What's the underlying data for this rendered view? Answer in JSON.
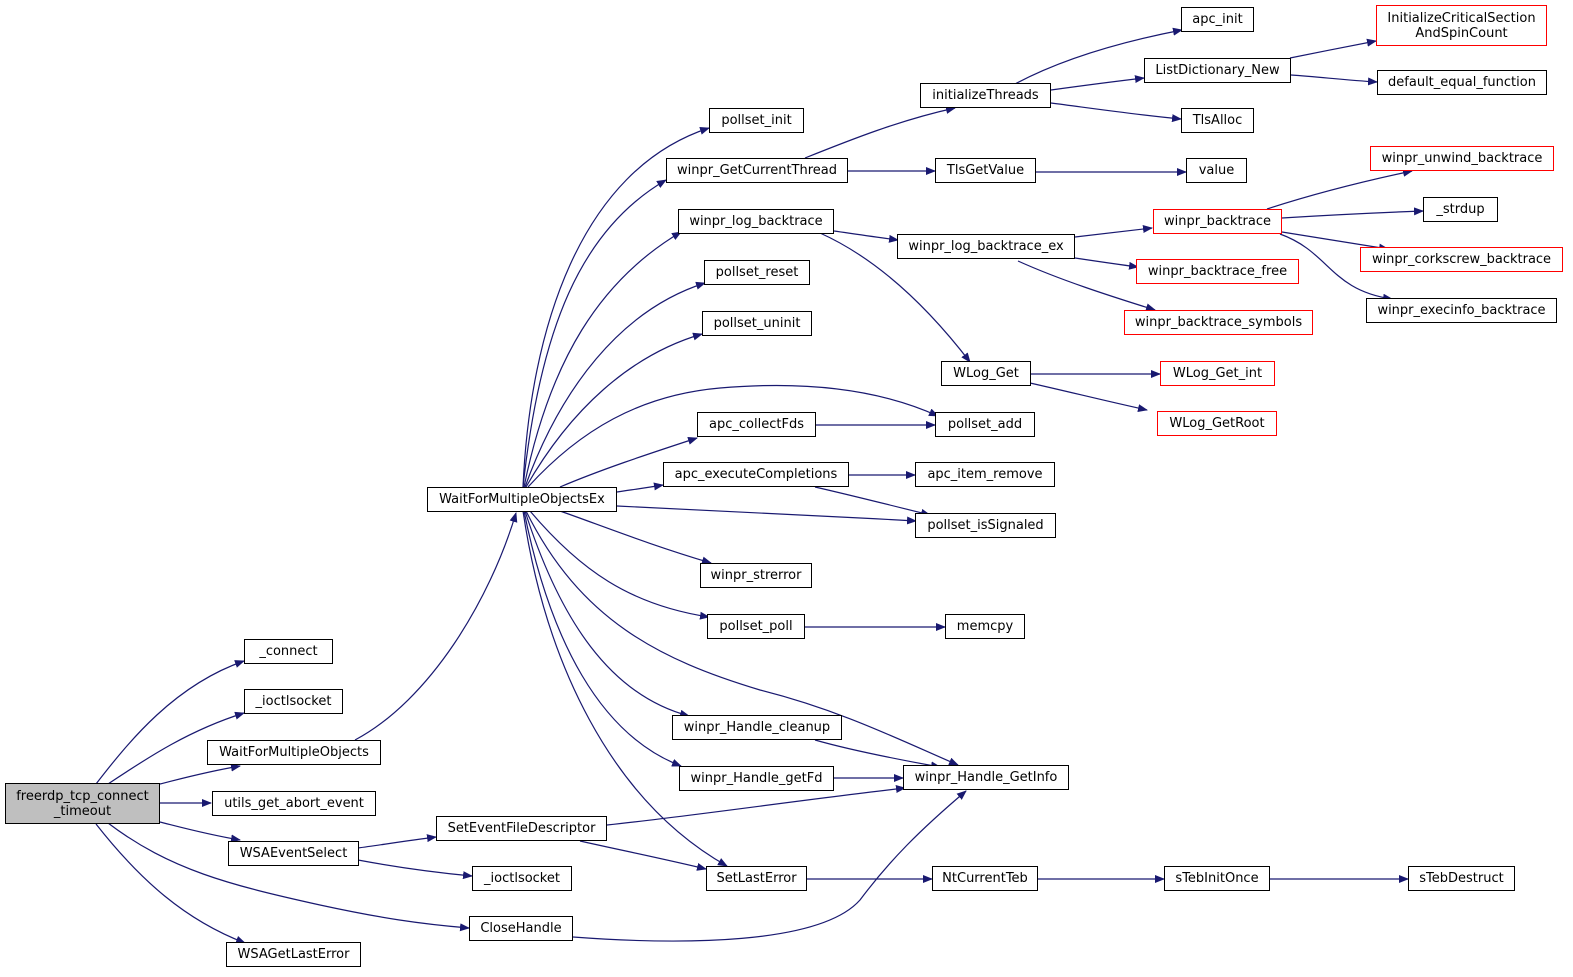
{
  "colors": {
    "edge": "#191970",
    "link_border": "#000000",
    "truncated_border": "#ff0000",
    "root_fill": "#bfbfbf"
  },
  "nodes": {
    "root": "freerdp_tcp_connect\n_timeout",
    "connect": "_connect",
    "ioctlsocket1": "_ioctlsocket",
    "wfmo": "WaitForMultipleObjects",
    "utils_abort": "utils_get_abort_event",
    "wsaeventselect": "WSAEventSelect",
    "wsagetlasterror": "WSAGetLastError",
    "wfmoex": "WaitForMultipleObjectsEx",
    "seteventfd": "SetEventFileDescriptor",
    "ioctlsocket2": "_ioctlsocket",
    "closehandle": "CloseHandle",
    "pollset_init": "pollset_init",
    "getcurrentthread": "winpr_GetCurrentThread",
    "log_backtrace": "winpr_log_backtrace",
    "pollset_reset": "pollset_reset",
    "pollset_uninit": "pollset_uninit",
    "apc_collectfds": "apc_collectFds",
    "apc_execcompl": "apc_executeCompletions",
    "strerror": "winpr_strerror",
    "pollset_poll": "pollset_poll",
    "handle_cleanup": "winpr_Handle_cleanup",
    "handle_getfd": "winpr_Handle_getFd",
    "setlasterror": "SetLastError",
    "init_threads": "initializeThreads",
    "tlsgetvalue": "TlsGetValue",
    "log_backtrace_ex": "winpr_log_backtrace_ex",
    "wlog_get": "WLog_Get",
    "pollset_add": "pollset_add",
    "apc_item_remove": "apc_item_remove",
    "pollset_issignaled": "pollset_isSignaled",
    "memcpy": "memcpy",
    "handle_getinfo": "winpr_Handle_GetInfo",
    "ntcurrentteb": "NtCurrentTeb",
    "apc_init": "apc_init",
    "listdict_new": "ListDictionary_New",
    "tlsalloc": "TlsAlloc",
    "value": "value",
    "backtrace": "winpr_backtrace",
    "backtrace_free": "winpr_backtrace_free",
    "backtrace_symbols": "winpr_backtrace_symbols",
    "wlog_get_int": "WLog_Get_int",
    "wlog_getroot": "WLog_GetRoot",
    "stebinitonce": "sTebInitOnce",
    "init_crit_section": "InitializeCriticalSection\nAndSpinCount",
    "default_equal": "default_equal_function",
    "unwind_backtrace": "winpr_unwind_backtrace",
    "strdup": "_strdup",
    "corkscrew_backtrace": "winpr_corkscrew_backtrace",
    "execinfo_backtrace": "winpr_execinfo_backtrace",
    "stebdestruct": "sTebDestruct"
  }
}
